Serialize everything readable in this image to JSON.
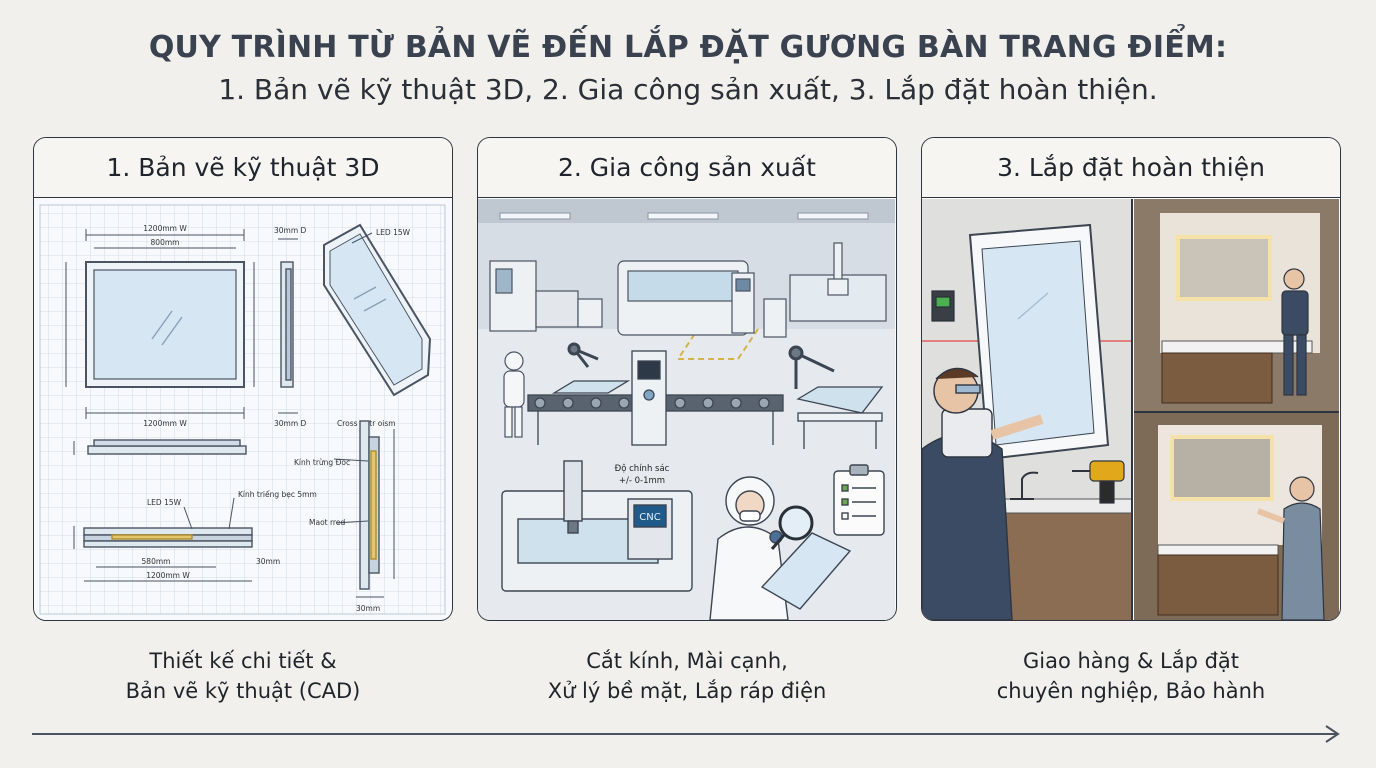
{
  "title": {
    "line1": "QUY TRÌNH TỪ BẢN VẼ ĐẾN LẮP ĐẶT GƯƠNG BÀN TRANG ĐIỂM:",
    "line2": "1. Bản vẽ kỹ thuật 3D, 2. Gia công sản xuất, 3. Lắp đặt hoàn thiện."
  },
  "steps": [
    {
      "heading": "1. Bản vẽ kỹ thuật 3D",
      "caption_line1": "Thiết kế chi tiết &",
      "caption_line2": "Bản vẽ kỹ thuật (CAD)",
      "drawing_labels": {
        "w1200_top": "1200mm W",
        "w800": "800mm",
        "d30_top": "30mm D",
        "led_top": "LED 15W",
        "w1200_bottom": "1200mm W",
        "d30_bottom": "30mm D",
        "cross_section": "Cross netr oism",
        "glass": "Kính trừng Đoc",
        "led_bottom": "LED 15W",
        "glass_5mm": "Kính triếng bẹc 5mm",
        "maot": "Maot rred",
        "w580": "580mm",
        "w1200_base": "1200mm W",
        "d30_side": "30mm",
        "d30_base": "30mm"
      }
    },
    {
      "heading": "2. Gia công sản xuất",
      "caption_line1": "Cắt kính, Mài cạnh,",
      "caption_line2": "Xử lý bề mặt, Lắp ráp điện",
      "scene_labels": {
        "precision_1": "Độ chính sác",
        "precision_2": "+/- 0-1mm",
        "cnc": "CNC"
      }
    },
    {
      "heading": "3. Lắp đặt hoàn thiện",
      "caption_line1": "Giao hàng & Lắp đặt",
      "caption_line2": "chuyên nghiệp, Bảo hành"
    }
  ],
  "colors": {
    "background": "#f1f0ec",
    "border": "#2f3540",
    "blueprint_grid": "#c9d5e3",
    "blueprint_line": "#4a5463",
    "mirror_glass": "#d6e6f2",
    "factory_wall": "#d7dde4",
    "arrow": "#4a5360"
  },
  "icons": [
    "arrow-right-icon",
    "magnifier-icon",
    "clipboard-icon",
    "drill-icon",
    "laser-level-icon"
  ]
}
